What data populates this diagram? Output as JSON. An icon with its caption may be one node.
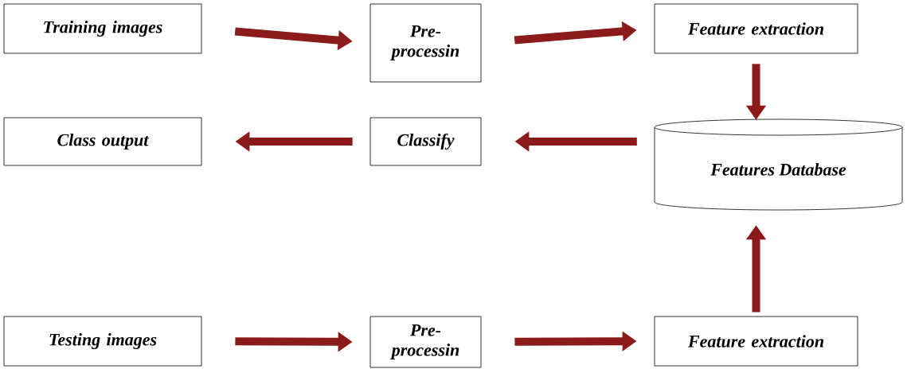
{
  "diagram": {
    "nodes": [
      {
        "text": [
          "Training images"
        ]
      },
      {
        "text": [
          "Pre- processin"
        ]
      },
      {
        "text": [
          "Feature extraction"
        ]
      },
      {
        "text": [
          "Class output"
        ]
      },
      {
        "text": [
          "Classify"
        ]
      },
      {
        "text": [
          "Features Database"
        ]
      },
      {
        "text": [
          "Testing images"
        ]
      },
      {
        "text": [
          "Pre- processin"
        ]
      },
      {
        "text": [
          "Feature extraction"
        ]
      }
    ],
    "edges": [
      {
        "from": 0,
        "to": 1,
        "arrow": "to"
      },
      {
        "from": 1,
        "to": 2,
        "arrow": "to"
      },
      {
        "from": 2,
        "to": 5,
        "arrow": "to"
      },
      {
        "from": 5,
        "to": 4,
        "arrow": "to"
      },
      {
        "from": 4,
        "to": 3,
        "arrow": "to"
      },
      {
        "from": 6,
        "to": 7,
        "arrow": "to"
      },
      {
        "from": 7,
        "to": 8,
        "arrow": "to"
      },
      {
        "from": 8,
        "to": 5,
        "arrow": "to"
      }
    ]
  }
}
